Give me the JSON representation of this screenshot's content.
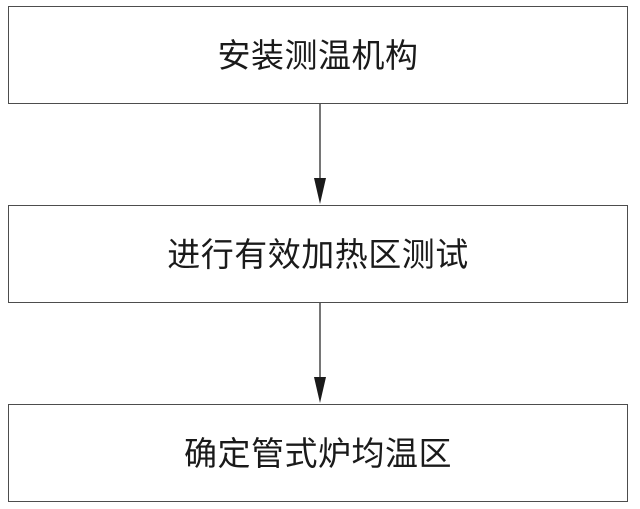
{
  "diagram": {
    "steps": [
      {
        "label": "安装测温机构"
      },
      {
        "label": "进行有效加热区测试"
      },
      {
        "label": "确定管式炉均温区"
      }
    ],
    "colors": {
      "stroke": "#4d4d4d",
      "arrow": "#1a1a1a",
      "text": "#1a1a1a",
      "background": "#ffffff"
    }
  }
}
